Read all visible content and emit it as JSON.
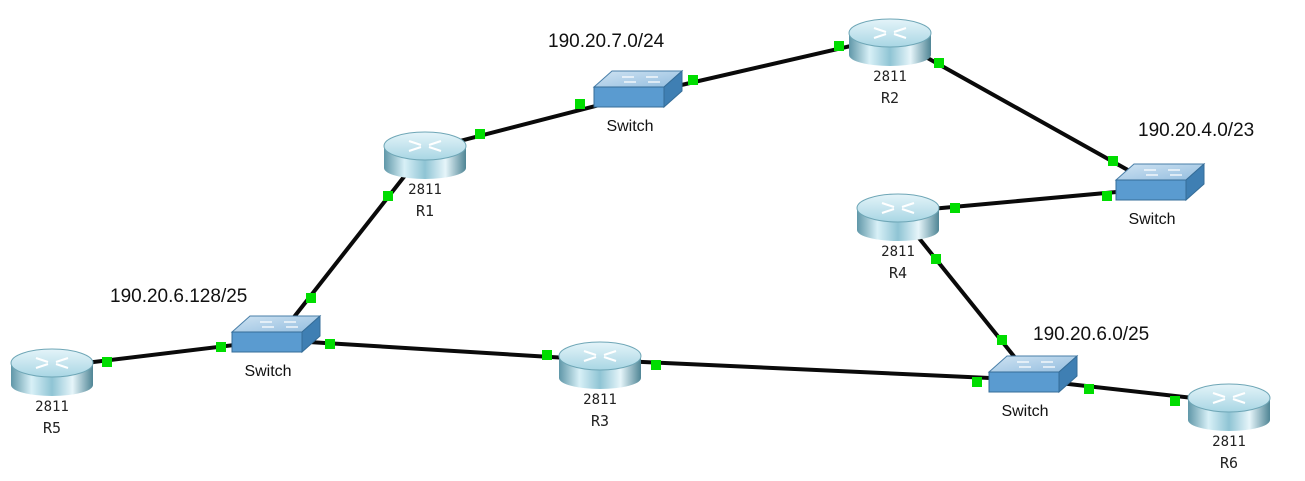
{
  "routers": [
    {
      "id": "R1",
      "model": "2811",
      "name": "R1"
    },
    {
      "id": "R2",
      "model": "2811",
      "name": "R2"
    },
    {
      "id": "R3",
      "model": "2811",
      "name": "R3"
    },
    {
      "id": "R4",
      "model": "2811",
      "name": "R4"
    },
    {
      "id": "R5",
      "model": "2811",
      "name": "R5"
    },
    {
      "id": "R6",
      "model": "2811",
      "name": "R6"
    }
  ],
  "switches": [
    {
      "id": "SW-A",
      "label": "Switch",
      "network": "190.20.7.0/24"
    },
    {
      "id": "SW-B",
      "label": "Switch",
      "network": "190.20.4.0/23"
    },
    {
      "id": "SW-C",
      "label": "Switch",
      "network": "190.20.6.128/25"
    },
    {
      "id": "SW-D",
      "label": "Switch",
      "network": "190.20.6.0/25"
    }
  ],
  "links": [
    {
      "from": "R1",
      "to": "SW-A"
    },
    {
      "from": "SW-A",
      "to": "R2"
    },
    {
      "from": "R2",
      "to": "SW-B"
    },
    {
      "from": "R4",
      "to": "SW-B"
    },
    {
      "from": "R1",
      "to": "SW-C"
    },
    {
      "from": "R5",
      "to": "SW-C"
    },
    {
      "from": "SW-C",
      "to": "R3"
    },
    {
      "from": "R3",
      "to": "SW-D"
    },
    {
      "from": "R4",
      "to": "SW-D"
    },
    {
      "from": "SW-D",
      "to": "R6"
    }
  ],
  "colors": {
    "link": "#0a0a0a",
    "port": "#00dd00",
    "router_body": "#9ed3e3",
    "router_top": "#c9e8f1",
    "switch_top": "#9dc6e6",
    "switch_front": "#5a9bd0"
  }
}
